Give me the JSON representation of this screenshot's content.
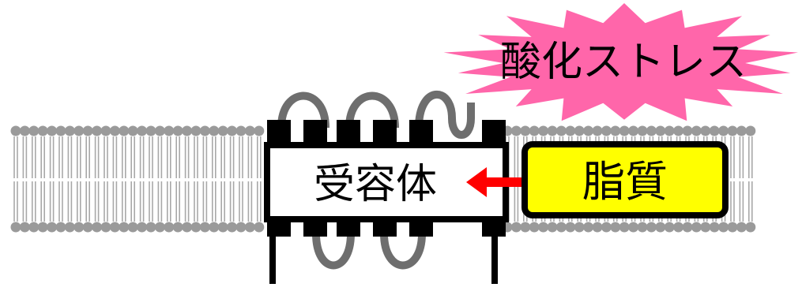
{
  "labels": {
    "receptor": "受容体",
    "lipid": "脂質",
    "stress": "酸化ストレス"
  },
  "colors": {
    "background": "#ffffff",
    "membrane_head": "#9a9a9a",
    "membrane_tail": "#a8a8a8",
    "receptor_fill": "#ffffff",
    "receptor_outline": "#000000",
    "loop_stroke": "#6e6e6e",
    "lipid_fill": "#ffff00",
    "arrow": "#ff0000",
    "stress_fill": "#ff66aa"
  },
  "icons": {
    "membrane": "lipid-bilayer",
    "arrow": "double-headed-arrow",
    "stress": "starburst"
  }
}
